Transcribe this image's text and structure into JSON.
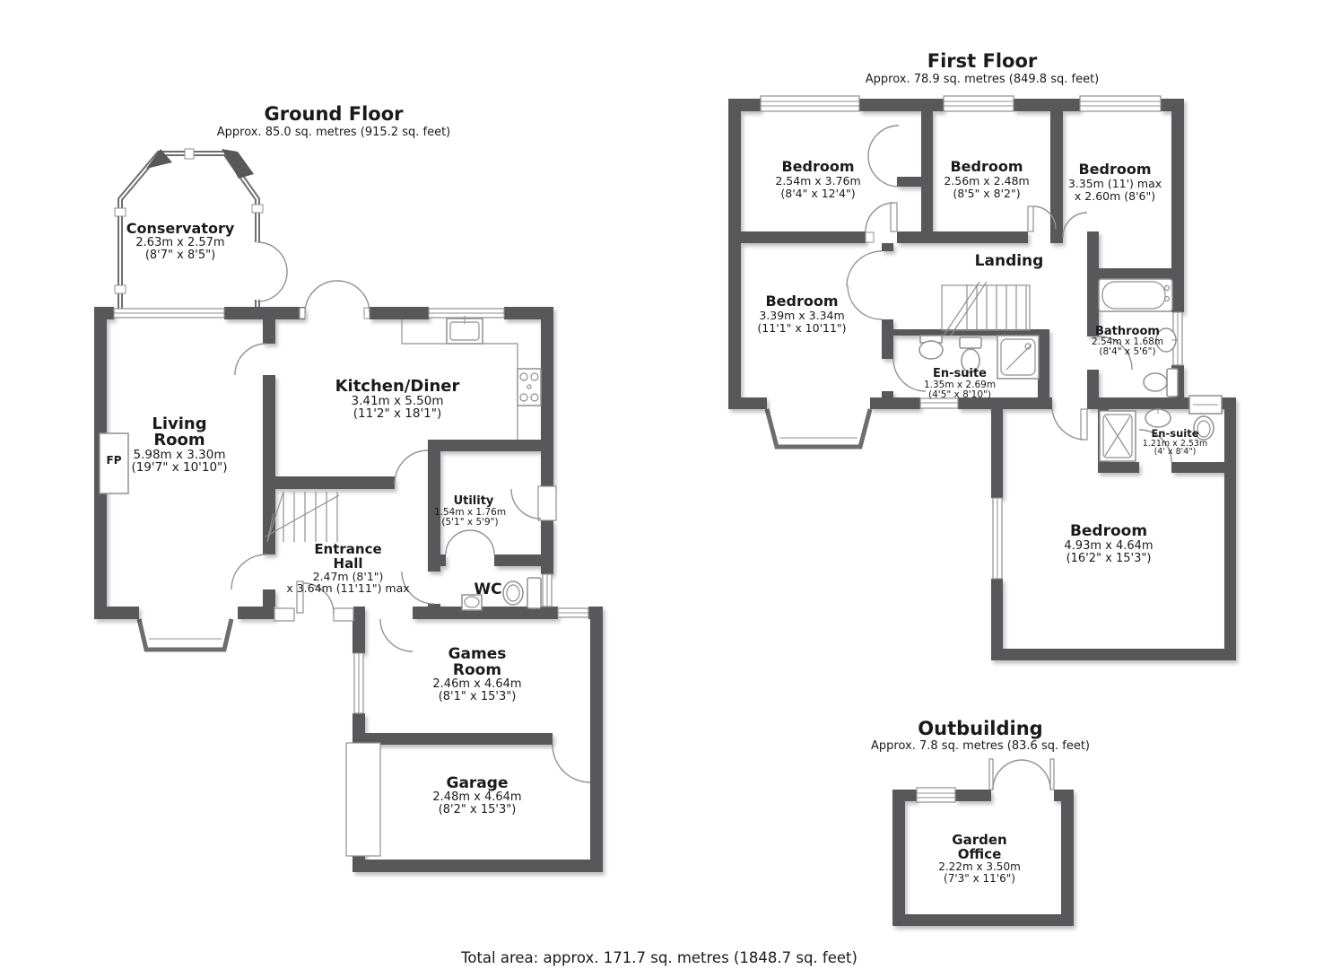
{
  "page": {
    "background": "#ffffff"
  },
  "colors": {
    "wall": "#58585a",
    "line": "#8f8f8f",
    "text": "#1a1a1a"
  },
  "floors": {
    "ground": {
      "title": "Ground Floor",
      "subtitle": "Approx. 85.0 sq. metres (915.2 sq. feet)"
    },
    "first": {
      "title": "First Floor",
      "subtitle": "Approx. 78.9 sq. metres (849.8 sq. feet)"
    },
    "outbuilding": {
      "title": "Outbuilding",
      "subtitle": "Approx. 7.8 sq. metres (83.6 sq. feet)"
    }
  },
  "rooms": {
    "conservatory": {
      "name": "Conservatory",
      "metric": "2.63m x 2.57m",
      "imperial": "(8'7\" x 8'5\")"
    },
    "living_room": {
      "name_line1": "Living",
      "name_line2": "Room",
      "metric": "5.98m x 3.30m",
      "imperial": "(19'7\" x 10'10\")"
    },
    "kitchen_diner": {
      "name": "Kitchen/Diner",
      "metric": "3.41m x 5.50m",
      "imperial": "(11'2\" x 18'1\")"
    },
    "utility": {
      "name": "Utility",
      "metric": "1.54m x 1.76m",
      "imperial": "(5'1\" x 5'9\")"
    },
    "entrance_hall": {
      "name_line1": "Entrance",
      "name_line2": "Hall",
      "metric": "2.47m (8'1\")",
      "imperial": "x 3.64m (11'11\") max"
    },
    "wc": {
      "name": "WC"
    },
    "games_room": {
      "name_line1": "Games",
      "name_line2": "Room",
      "metric": "2.46m x 4.64m",
      "imperial": "(8'1\" x 15'3\")"
    },
    "garage": {
      "name": "Garage",
      "metric": "2.48m x 4.64m",
      "imperial": "(8'2\" x 15'3\")"
    },
    "bedroom_front": {
      "name": "Bedroom",
      "metric": "2.54m x 3.76m",
      "imperial": "(8'4\" x 12'4\")"
    },
    "bedroom_middle": {
      "name": "Bedroom",
      "metric": "2.56m x 2.48m",
      "imperial": "(8'5\" x 8'2\")"
    },
    "bedroom_right": {
      "name": "Bedroom",
      "metric": "3.35m (11') max",
      "imperial": "x 2.60m (8'6\")"
    },
    "bedroom_back": {
      "name": "Bedroom",
      "metric": "3.39m x 3.34m",
      "imperial": "(11'1\" x 10'11\")"
    },
    "landing": {
      "name": "Landing"
    },
    "ensuite_small": {
      "name": "En-suite",
      "metric": "1.35m x 2.69m",
      "imperial": "(4'5\" x 8'10\")"
    },
    "bathroom": {
      "name": "Bathroom",
      "metric": "2.54m x 1.68m",
      "imperial": "(8'4\" x 5'6\")"
    },
    "ensuite_main": {
      "name": "En-suite",
      "metric": "1.21m x 2.53m",
      "imperial": "(4' x 8'4\")"
    },
    "bedroom_master": {
      "name": "Bedroom",
      "metric": "4.93m x 4.64m",
      "imperial": "(16'2\" x 15'3\")"
    },
    "garden_office": {
      "name_line1": "Garden",
      "name_line2": "Office",
      "metric": "2.22m x 3.50m",
      "imperial": "(7'3\" x 11'6\")"
    }
  },
  "annotations": {
    "fireplace": "FP"
  },
  "footer": {
    "total_area": "Total area: approx. 171.7 sq. metres (1848.7 sq. feet)"
  }
}
